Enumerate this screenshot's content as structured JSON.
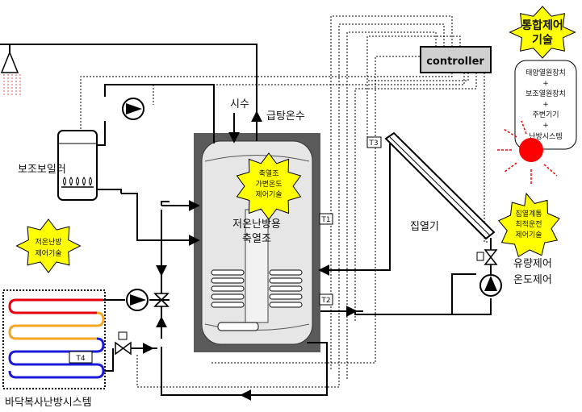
{
  "labels": {
    "integrated_control_line1": "통합제어",
    "integrated_control_line2": "기술",
    "controller": "controller",
    "sub_devices": [
      "태양열원장치",
      "+",
      "보조열원장치",
      "+",
      "주변기기",
      "+",
      "난방시스템"
    ],
    "aux_boiler": "보조보일러",
    "city_water": "시수",
    "hot_water_supply": "급탕온수",
    "storage_control_line1": "축열조",
    "storage_control_line2": "가변온도",
    "storage_control_line3": "제어기술",
    "storage_tank_line1": "저온난방용",
    "storage_tank_line2": "축열조",
    "sensor_t1": "T1",
    "sensor_t2": "T2",
    "sensor_t3": "T3",
    "sensor_t4": "T4",
    "collector": "집열기",
    "collector_control_line1": "집열계통",
    "collector_control_line2": "최적운전",
    "collector_control_line3": "제어기술",
    "flow_control": "유량제어",
    "temp_control": "온도제어",
    "low_temp_heating_line1": "저온난방",
    "low_temp_heating_line2": "제어기술",
    "floor_heating_system": "바닥복사난방시스템"
  },
  "colors": {
    "tank_wall": "#5a5a5a",
    "tank_inner": "#e6e6e6",
    "star_fill": "#ffff00",
    "sun": "#ff0000",
    "floor_red": "#e8000f",
    "floor_orange": "#f5a623",
    "floor_blue": "#1a1adb",
    "shower_spray": "#e05050"
  }
}
